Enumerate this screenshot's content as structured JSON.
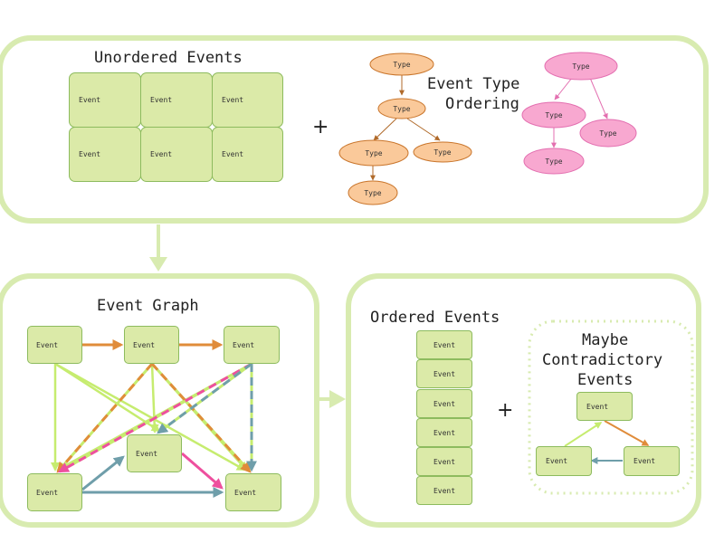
{
  "colors": {
    "panel_border": "#d8ebb0",
    "event_fill": "#dbeaa8",
    "event_border": "#8dbb5e",
    "orange_fill": "#fac99a",
    "orange_stroke": "#c9752b",
    "orange_edge": "#e08c3a",
    "pink_fill": "#f8a8d0",
    "pink_stroke": "#e36fb0",
    "lime_edge": "#c6ec6f",
    "magenta_edge": "#ee4f9e",
    "teal_edge": "#6f9eaa"
  },
  "top_panel": {
    "title": "Unordered Events",
    "events": [
      "Event",
      "Event",
      "Event",
      "Event",
      "Event",
      "Event"
    ],
    "plus": "+",
    "type_ordering_title_line1": "Event Type",
    "type_ordering_title_line2": "Ordering",
    "orange_types": [
      "Type",
      "Type",
      "Type",
      "Type",
      "Type"
    ],
    "pink_types": [
      "Type",
      "Type",
      "Type",
      "Type"
    ]
  },
  "graph_panel": {
    "title": "Event Graph",
    "events": [
      "Event",
      "Event",
      "Event",
      "Event",
      "Event",
      "Event"
    ]
  },
  "ordered_panel": {
    "title": "Ordered Events",
    "events": [
      "Event",
      "Event",
      "Event",
      "Event",
      "Event",
      "Event"
    ],
    "plus": "+",
    "contradictory_line1": "Maybe",
    "contradictory_line2": "Contradictory",
    "contradictory_line3": "Events",
    "contradictory_events": [
      "Event",
      "Event",
      "Event"
    ]
  }
}
